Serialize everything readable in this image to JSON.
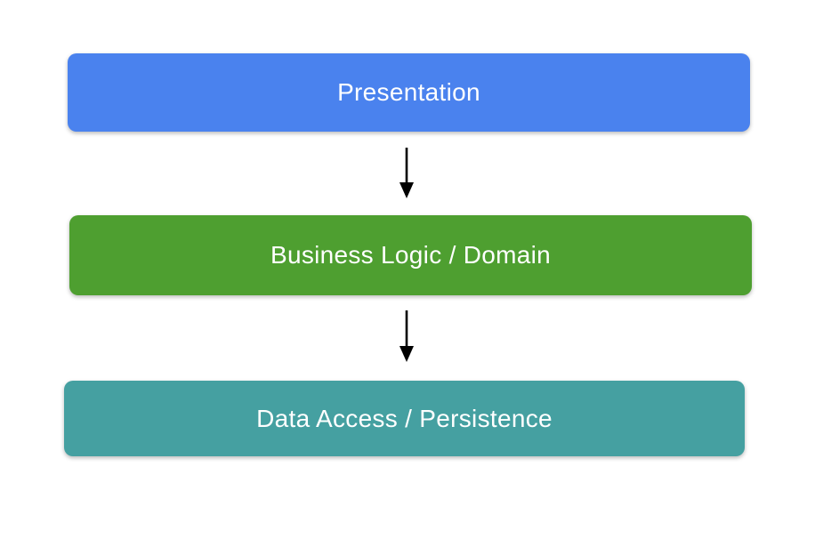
{
  "diagram": {
    "type": "layered-architecture-flow",
    "background_color": "#ffffff",
    "text_color": "#ffffff",
    "arrow_color": "#000000",
    "layers": [
      {
        "label": "Presentation",
        "color": "#4a82ee"
      },
      {
        "label": "Business Logic / Domain",
        "color": "#4e9f30"
      },
      {
        "label": "Data Access / Persistence",
        "color": "#45a0a1"
      }
    ],
    "arrows": [
      {
        "from": "Presentation",
        "to": "Business Logic / Domain"
      },
      {
        "from": "Business Logic / Domain",
        "to": "Data Access / Persistence"
      }
    ]
  }
}
